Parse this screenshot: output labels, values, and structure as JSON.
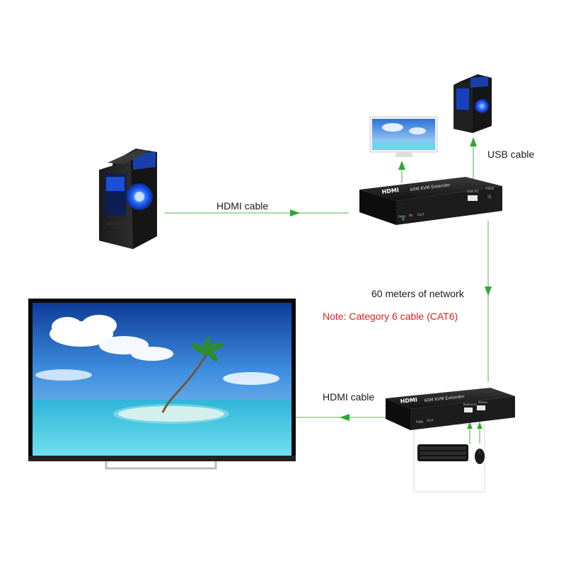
{
  "labels": {
    "hdmi_cable_top": "HDMI cable",
    "usb_cable": "USB cable",
    "network_length": "60 meters of network",
    "cable_note": "Note: Category 6 cable (CAT6)",
    "hdmi_cable_bottom": "HDMI cable"
  },
  "device_labels": {
    "tx_brand": "HDMI",
    "tx_model": "60M KVM Extender",
    "tx_port_pwr": "PWR",
    "tx_port_in": "IN",
    "tx_port_out": "OUT",
    "tx_port_usb": "USB-PC",
    "tx_port_edid": "EDID",
    "rx_brand": "HDMI",
    "rx_model": "60M KVM Extender",
    "rx_port_pwr": "PWR",
    "rx_port_out": "OUT",
    "rx_port_keyboard": "Keyboard",
    "rx_port_mouse": "Mouse"
  },
  "colors": {
    "connector_line": "#8bd08b",
    "arrow": "#2fa82f",
    "note_text": "#e02020"
  },
  "icons": [
    "pc-tower-icon",
    "monitor-icon",
    "kvm-transmitter-icon",
    "kvm-receiver-icon",
    "tv-icon",
    "keyboard-icon",
    "mouse-icon"
  ]
}
